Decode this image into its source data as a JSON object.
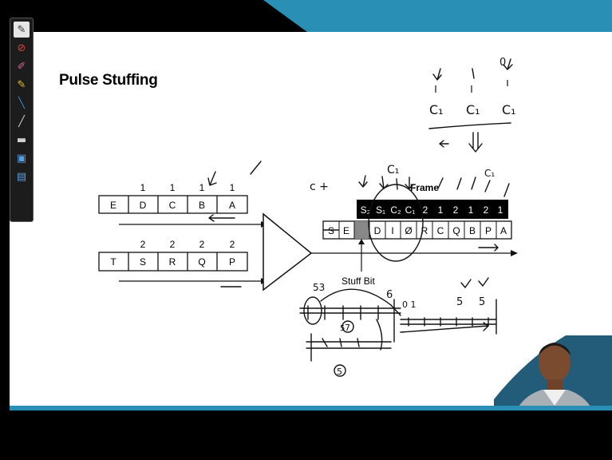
{
  "slide": {
    "title": "Pulse Stuffing"
  },
  "toolbar": {
    "tools": [
      "pen-tool",
      "eraser-tool",
      "marker-tool",
      "highlighter-tool",
      "pointer-tool",
      "line-tool",
      "clear-tool",
      "save-tool",
      "screen-tool"
    ]
  },
  "diagram": {
    "channel_a": {
      "cells": [
        "E",
        "D",
        "C",
        "B",
        "A"
      ],
      "labels": [
        "1",
        "1",
        "1",
        "1"
      ]
    },
    "channel_b": {
      "cells": [
        "T",
        "S",
        "R",
        "Q",
        "P"
      ],
      "labels": [
        "2",
        "2",
        "2",
        "2"
      ]
    },
    "frame_label": "Frame",
    "stuff_bit_label": "Stuff Bit",
    "output": {
      "cells": [
        "S",
        "E",
        "",
        "D",
        "I",
        "Ø",
        "R",
        "C",
        "Q",
        "B",
        "P",
        "A"
      ],
      "frame_labels": [
        "S₂",
        "S₁",
        "C₂",
        "C₁",
        "2",
        "1",
        "2",
        "1",
        "2",
        "1"
      ]
    },
    "annotations": {
      "c_plus": "c +",
      "c1_top": "C₁",
      "c1_right": "C₁",
      "c1_row": [
        "C₁",
        "C₁",
        "C₁"
      ],
      "zero_mark": "0",
      "fives": [
        "5",
        "5"
      ],
      "five_circled": "5",
      "seven_circled": "7",
      "six_mark": "6",
      "zero_one": "0 1",
      "s_mark": "5",
      "fifty_three": "53"
    }
  },
  "colors": {
    "accent": "#2a8fb5",
    "slide_bg": "#ffffff",
    "frame_bg": "#000000"
  }
}
